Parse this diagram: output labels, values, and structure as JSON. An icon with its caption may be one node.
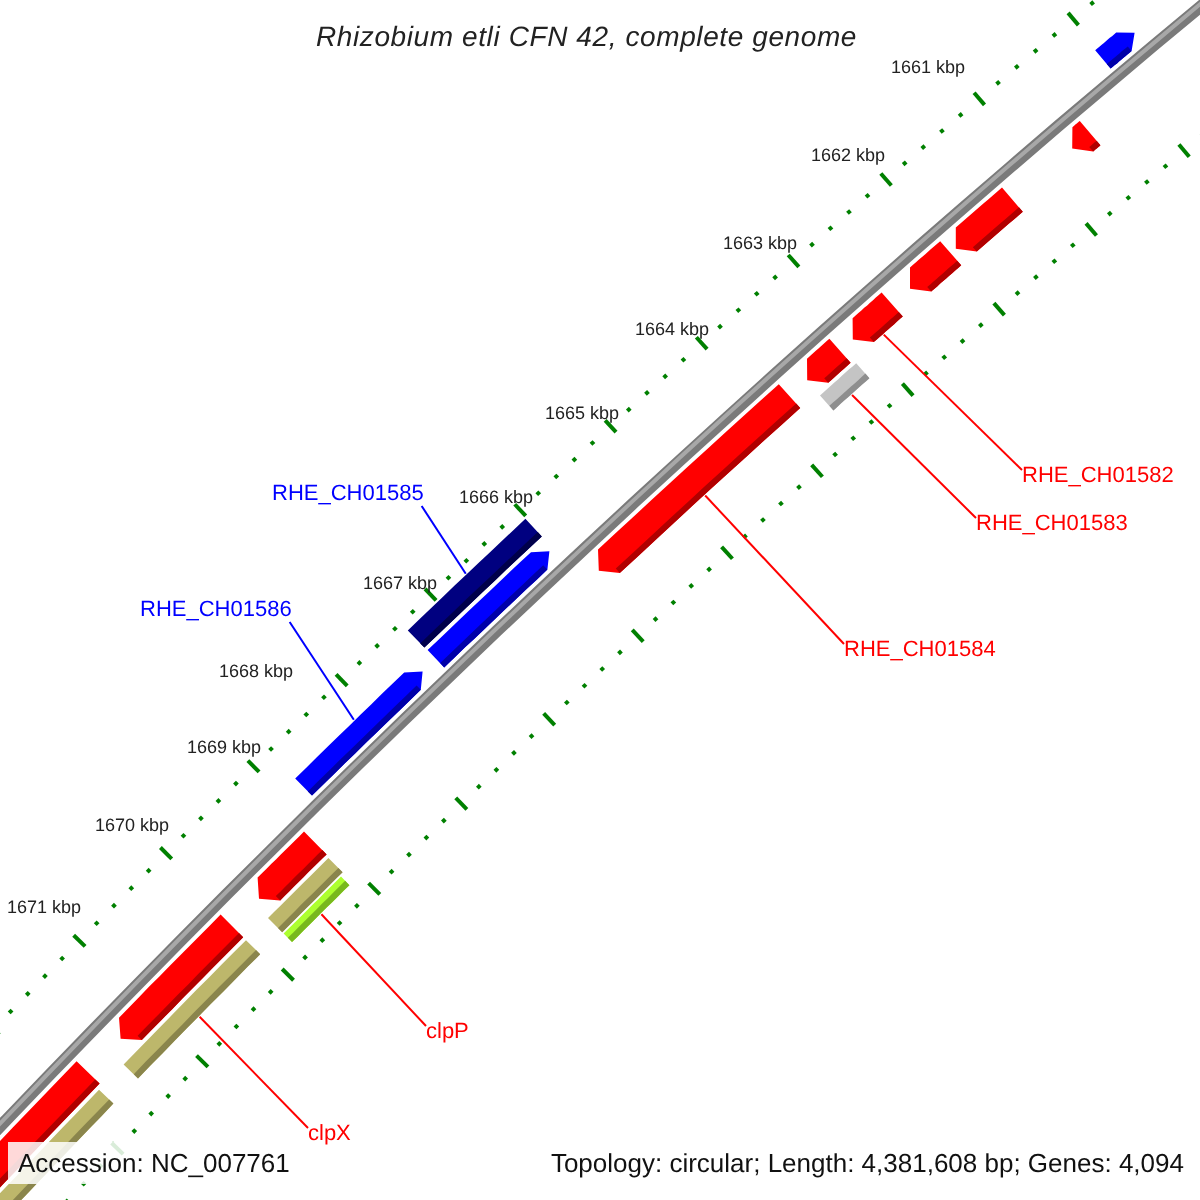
{
  "diagram": {
    "title": "Rhizobium etli CFN 42, complete genome",
    "nodes": [
      {
        "text": [
          "RHE_CH01582"
        ]
      },
      {
        "text": [
          "RHE_CH01583"
        ]
      },
      {
        "text": [
          "RHE_CH01584"
        ]
      },
      {
        "text": [
          "RHE_CH01585"
        ]
      },
      {
        "text": [
          "RHE_CH01586"
        ]
      },
      {
        "text": [
          "clpP"
        ]
      },
      {
        "text": [
          "clpX"
        ]
      },
      {
        "text": [],
        "shape": "bar"
      },
      {
        "text": [],
        "shape": "bar"
      },
      {
        "text": [],
        "shape": "bar"
      },
      {
        "text": [],
        "shape": "bar"
      },
      {
        "text": [],
        "shape": "bar"
      },
      {
        "text": [],
        "shape": "bar"
      },
      {
        "text": [],
        "shape": "bar"
      },
      {
        "text": [],
        "shape": "bar"
      },
      {
        "text": [],
        "shape": "bar"
      },
      {
        "text": [],
        "shape": "bar"
      },
      {
        "text": [],
        "shape": "bar"
      },
      {
        "text": [],
        "shape": "bar"
      },
      {
        "text": [],
        "shape": "bar"
      },
      {
        "text": [],
        "shape": "bar"
      },
      {
        "text": [],
        "shape": "bar"
      },
      {
        "text": [],
        "shape": "bar"
      },
      {
        "text": [],
        "shape": "bar"
      },
      {
        "text": [],
        "shape": "bar"
      }
    ],
    "edges": [
      {
        "from": 0,
        "to": 11,
        "arrow": "none"
      },
      {
        "from": 1,
        "to": 13,
        "arrow": "none"
      },
      {
        "from": 2,
        "to": 14,
        "arrow": "none"
      },
      {
        "from": 3,
        "to": 15,
        "arrow": "none",
        "color": "#0000ff"
      },
      {
        "from": 4,
        "to": 17,
        "arrow": "none",
        "color": "#0000ff"
      },
      {
        "from": 5,
        "to": 20,
        "arrow": "none"
      },
      {
        "from": 6,
        "to": 22,
        "arrow": "none"
      }
    ],
    "labels": [
      "1661 kbp",
      "1662 kbp",
      "1663 kbp",
      "1664 kbp",
      "1665 kbp",
      "1666 kbp",
      "1667 kbp",
      "1668 kbp",
      "1669 kbp",
      "1670 kbp",
      "1671 kbp",
      "Accession: NC_007761",
      "Topology: circular; Length: 4,381,608 bp; Genes: 4,094"
    ]
  }
}
